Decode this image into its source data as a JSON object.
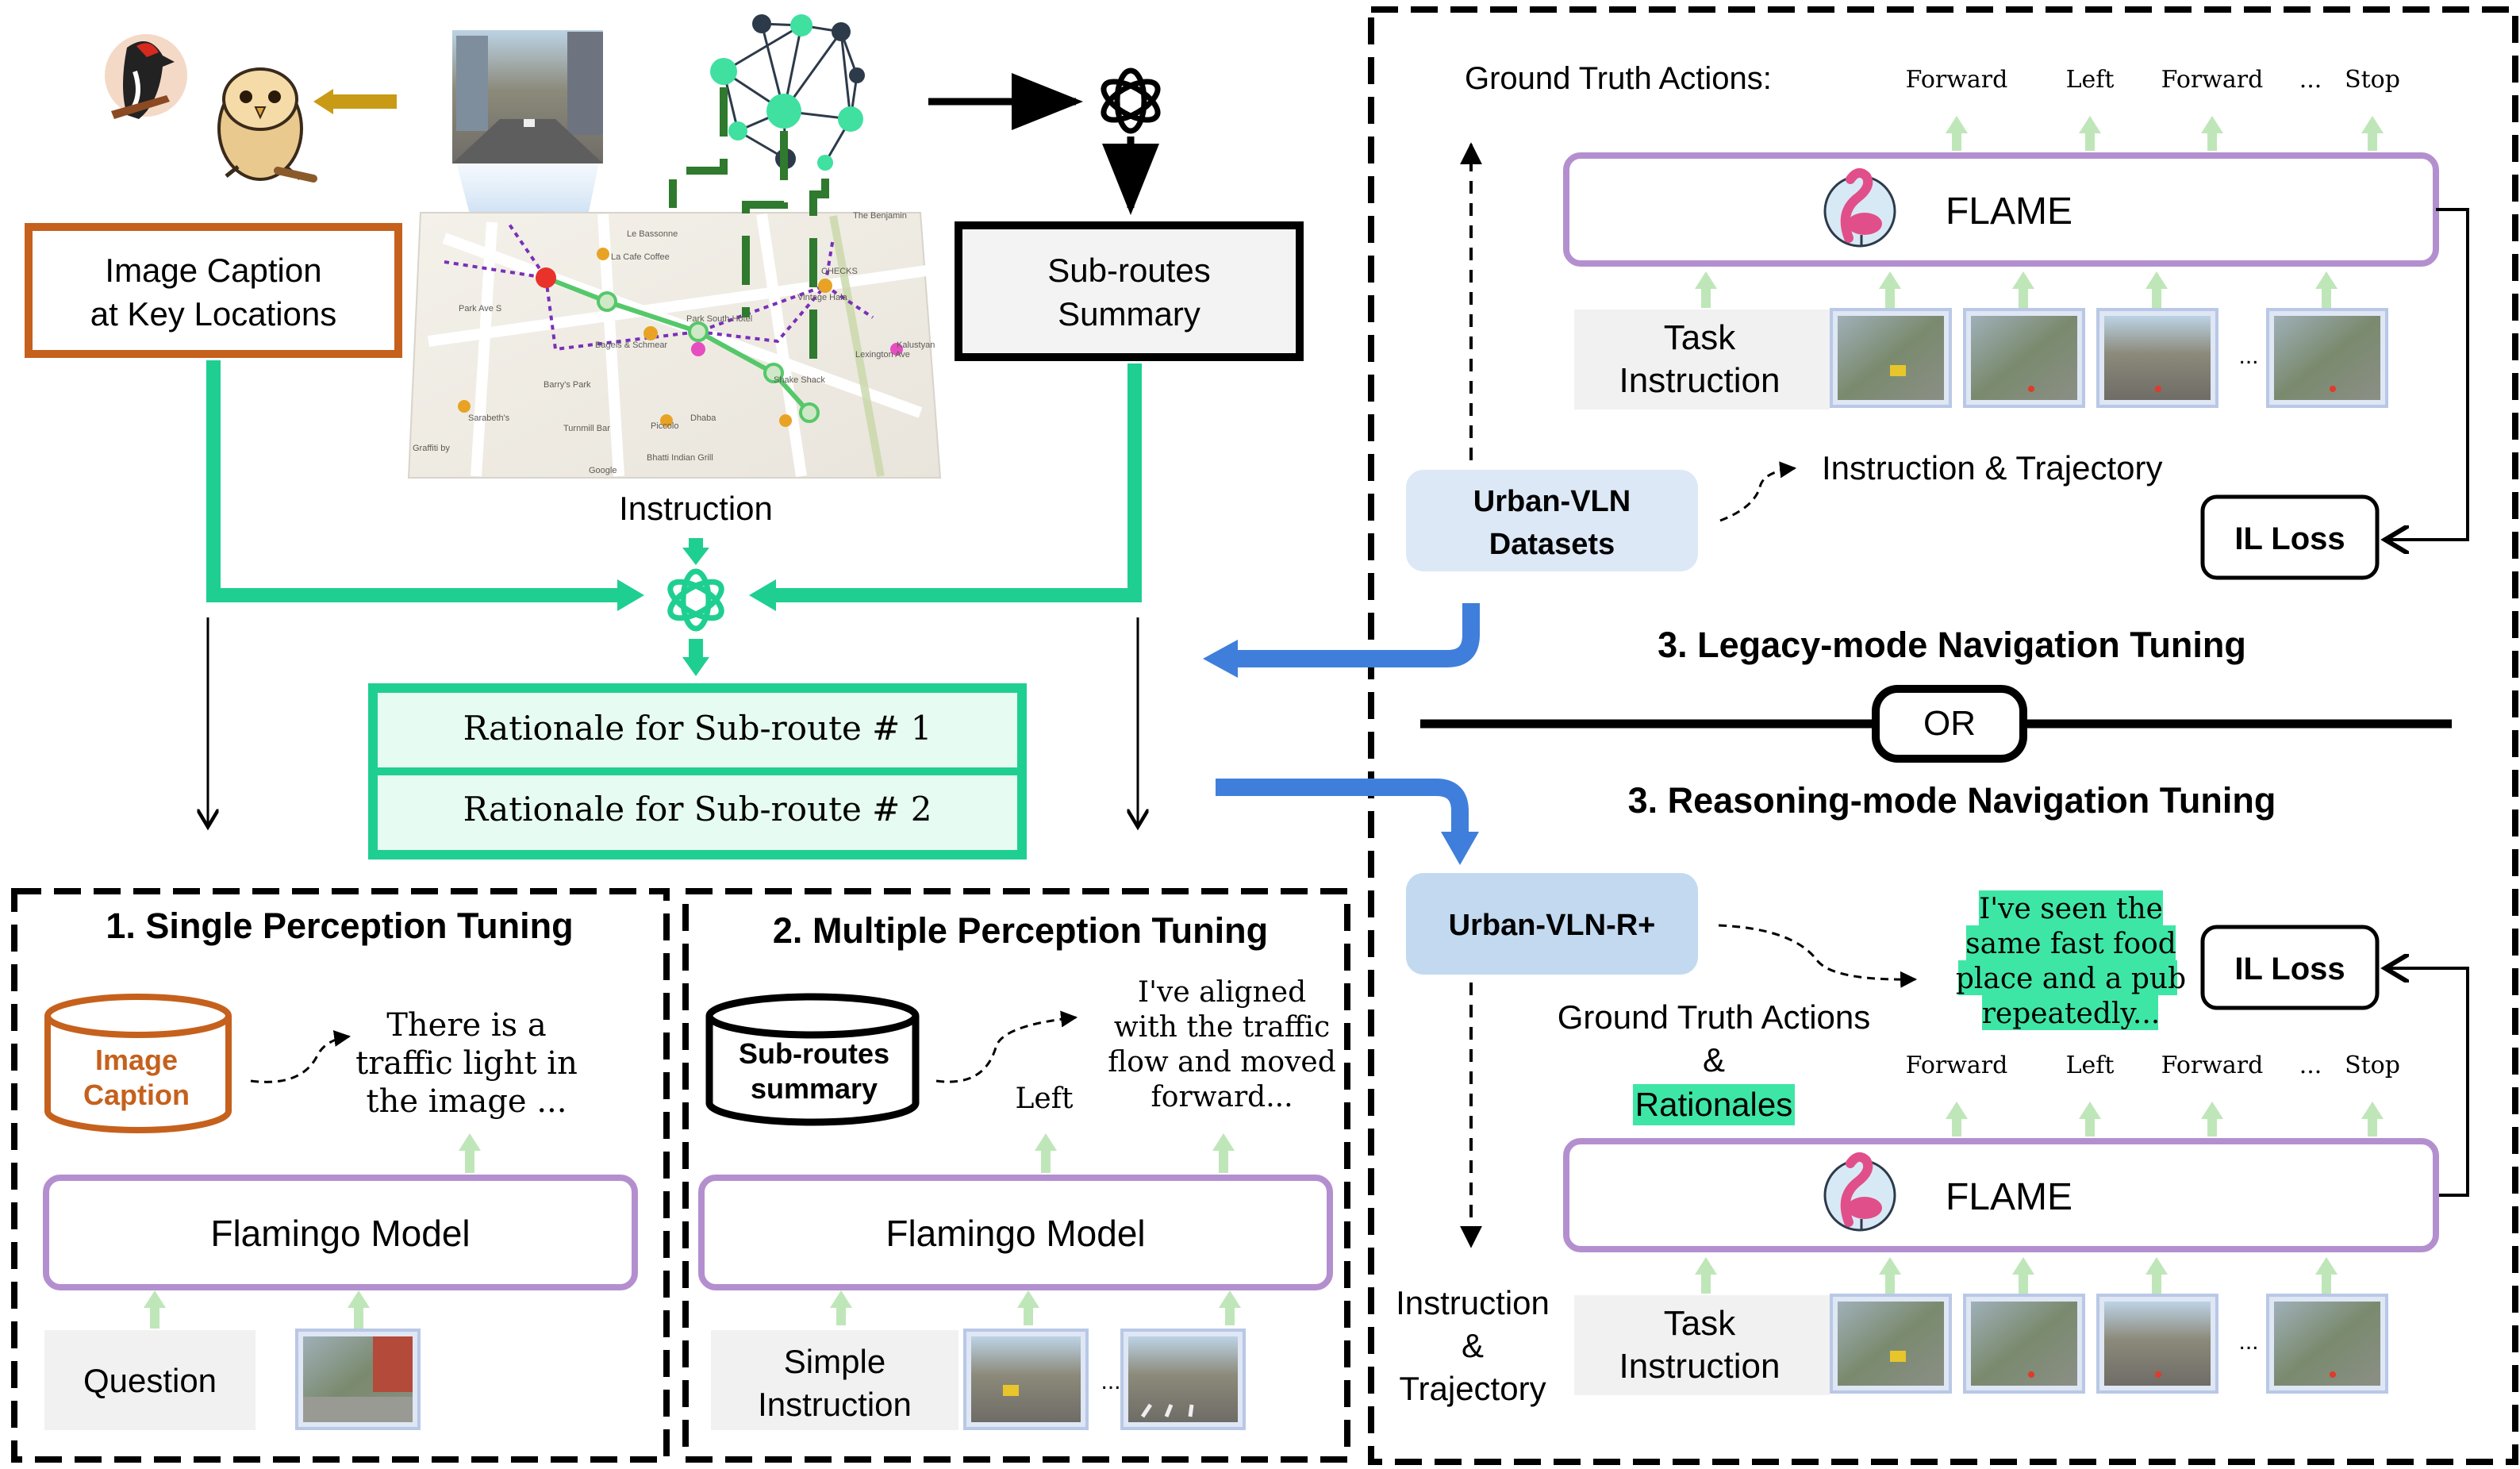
{
  "image_caption_box": {
    "line1": "Image Caption",
    "line2": "at Key Locations"
  },
  "subroutes_summary_box": {
    "line1": "Sub-routes",
    "line2": "Summary"
  },
  "instruction_label": "Instruction",
  "rationales": [
    "Rationale for Sub-route # 1",
    "Rationale for Sub-route # 2"
  ],
  "map": {
    "places": [
      "Le Bassonne",
      "La Cafe Coffee",
      "The Benjamin",
      "CHECKS",
      "Vintage Hala",
      "Park South Hotel",
      "Bagels & Schmear",
      "Barry's Park",
      "Kalustyan",
      "Shake Shack",
      "Sarabeth's",
      "Piccolo",
      "Bhatti Indian Grill",
      "Dhaba",
      "Turnmill Bar",
      "Park Ave S",
      "Lexington Ave",
      "Graffiti by",
      "Google"
    ]
  },
  "stage1": {
    "title": "1. Single Perception Tuning",
    "db_line1": "Image",
    "db_line2": "Caption",
    "output_lines": [
      "There is a",
      "traffic light in",
      "the image ..."
    ],
    "model": "Flamingo Model",
    "question": "Question"
  },
  "stage2": {
    "title": "2. Multiple Perception Tuning",
    "db_line1": "Sub-routes",
    "db_line2": "summary",
    "output_lines": [
      "I've aligned",
      "with the traffic",
      "flow and moved",
      "forward..."
    ],
    "action": "Left",
    "model": "Flamingo Model",
    "input_line1": "Simple",
    "input_line2": "Instruction",
    "ellipsis": "..."
  },
  "legacy": {
    "gt_label": "Ground Truth Actions:",
    "actions": [
      "Forward",
      "Left",
      "Forward",
      "...",
      "Stop"
    ],
    "flame": "FLAME",
    "task_line1": "Task",
    "task_line2": "Instruction",
    "ellipsis": "...",
    "dataset_line1": "Urban-VLN",
    "dataset_line2": "Datasets",
    "instr_traj": "Instruction & Trajectory",
    "loss": "IL Loss",
    "title": "3. Legacy-mode Navigation Tuning"
  },
  "or_label": "OR",
  "reasoning": {
    "title": "3. Reasoning-mode Navigation Tuning",
    "dataset": "Urban-VLN-R+",
    "rationale_lines": [
      "I've seen the",
      "same fast food",
      "place and a pub",
      "repeatedly..."
    ],
    "loss": "IL Loss",
    "gt_line1": "Ground Truth Actions",
    "gt_line2": "&",
    "gt_line3": "Rationales",
    "actions": [
      "Forward",
      "Left",
      "Forward",
      "...",
      "Stop"
    ],
    "flame": "FLAME",
    "task_line1": "Task",
    "task_line2": "Instruction",
    "ellipsis": "...",
    "it_line1": "Instruction",
    "it_line2": "&",
    "it_line3": "Trajectory"
  },
  "colors": {
    "green": "#1fcf92",
    "orange": "#c5611d",
    "purple": "#b48fcf",
    "blue": "#3f7fdb",
    "light_green_arrow": "#bfe6b8",
    "highlight": "#3ee6a6",
    "dataset_fill": "#dce8f5",
    "gold": "#c89a16"
  }
}
